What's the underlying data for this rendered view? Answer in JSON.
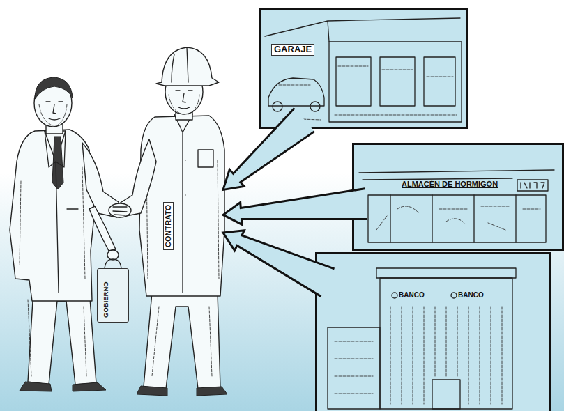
{
  "diagram": {
    "nodes": [
      {
        "text": [
          "GARAJE"
        ]
      },
      {
        "text": [
          "CONTRATO"
        ]
      },
      {
        "text": [
          "ALMACÉN DE HORMIGÓN"
        ]
      },
      {
        "text": [
          "BANCO",
          "BANCO"
        ]
      },
      {
        "text": [
          "GOBIERNO"
        ]
      }
    ],
    "edges": [
      {
        "from": 0,
        "to": 1,
        "arrow": "to"
      },
      {
        "from": 2,
        "to": 1,
        "arrow": "to"
      },
      {
        "from": 3,
        "to": 1,
        "arrow": "to"
      }
    ]
  }
}
